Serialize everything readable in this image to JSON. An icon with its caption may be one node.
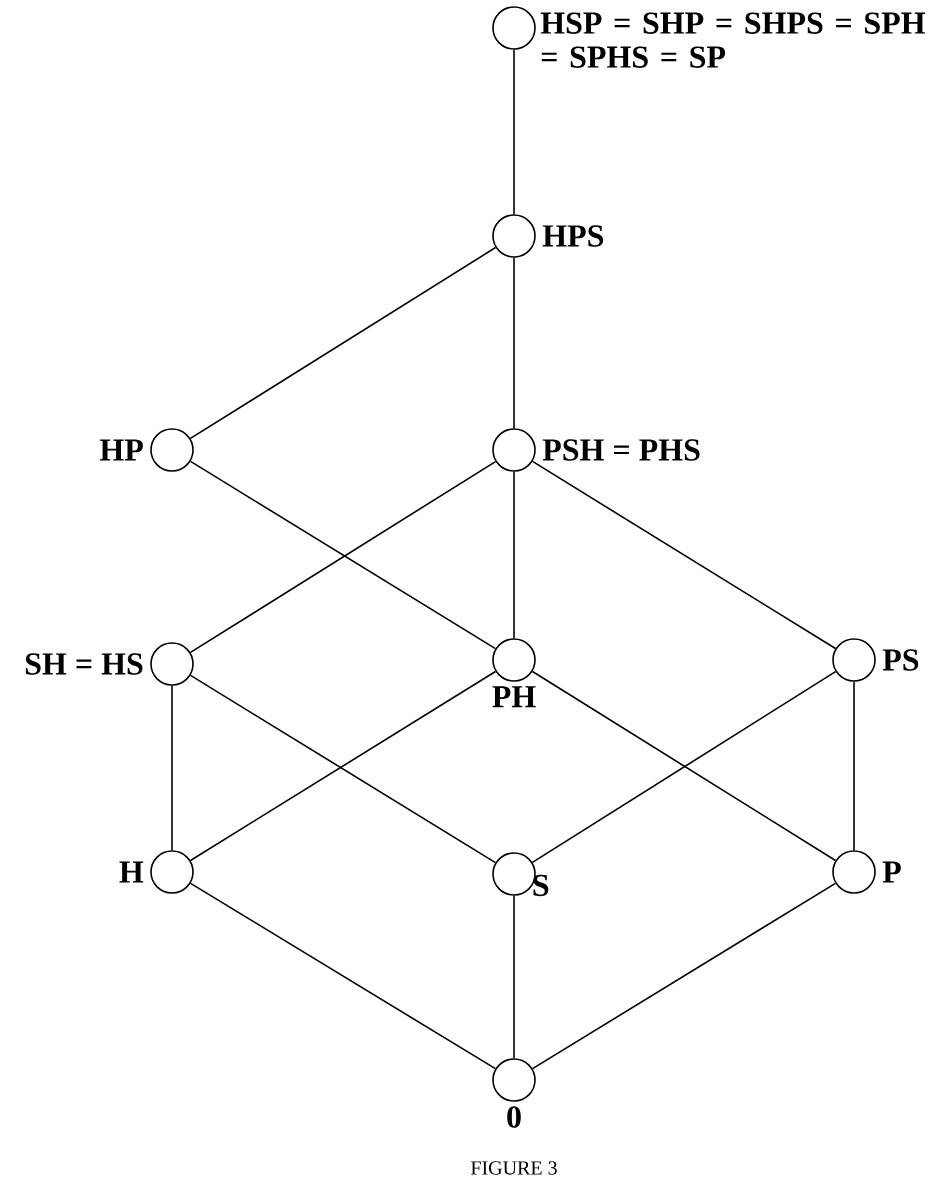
{
  "diagram": {
    "caption": "FIGURE 3",
    "nodes": [
      {
        "text": [
          "HSP = SHP = SHPS = SPH = SPHS = SP"
        ]
      },
      {
        "text": [
          "HPS"
        ]
      },
      {
        "text": [
          "HP"
        ]
      },
      {
        "text": [
          "PSH = PHS"
        ]
      },
      {
        "text": [
          "SH = HS"
        ]
      },
      {
        "text": [
          "PH"
        ]
      },
      {
        "text": [
          "PS"
        ]
      },
      {
        "text": [
          "H"
        ]
      },
      {
        "text": [
          "S"
        ]
      },
      {
        "text": [
          "P"
        ]
      },
      {
        "text": [
          "0"
        ]
      }
    ],
    "edges": [
      {
        "from": 0,
        "to": 1,
        "arrow": "none"
      },
      {
        "from": 1,
        "to": 2,
        "arrow": "none"
      },
      {
        "from": 1,
        "to": 3,
        "arrow": "none"
      },
      {
        "from": 2,
        "to": 5,
        "arrow": "none"
      },
      {
        "from": 3,
        "to": 4,
        "arrow": "none"
      },
      {
        "from": 3,
        "to": 5,
        "arrow": "none"
      },
      {
        "from": 3,
        "to": 6,
        "arrow": "none"
      },
      {
        "from": 4,
        "to": 7,
        "arrow": "none"
      },
      {
        "from": 4,
        "to": 8,
        "arrow": "none"
      },
      {
        "from": 5,
        "to": 7,
        "arrow": "none"
      },
      {
        "from": 5,
        "to": 9,
        "arrow": "none"
      },
      {
        "from": 6,
        "to": 8,
        "arrow": "none"
      },
      {
        "from": 6,
        "to": 9,
        "arrow": "none"
      },
      {
        "from": 7,
        "to": 10,
        "arrow": "none"
      },
      {
        "from": 8,
        "to": 10,
        "arrow": "none"
      },
      {
        "from": 9,
        "to": 10,
        "arrow": "none"
      }
    ]
  }
}
